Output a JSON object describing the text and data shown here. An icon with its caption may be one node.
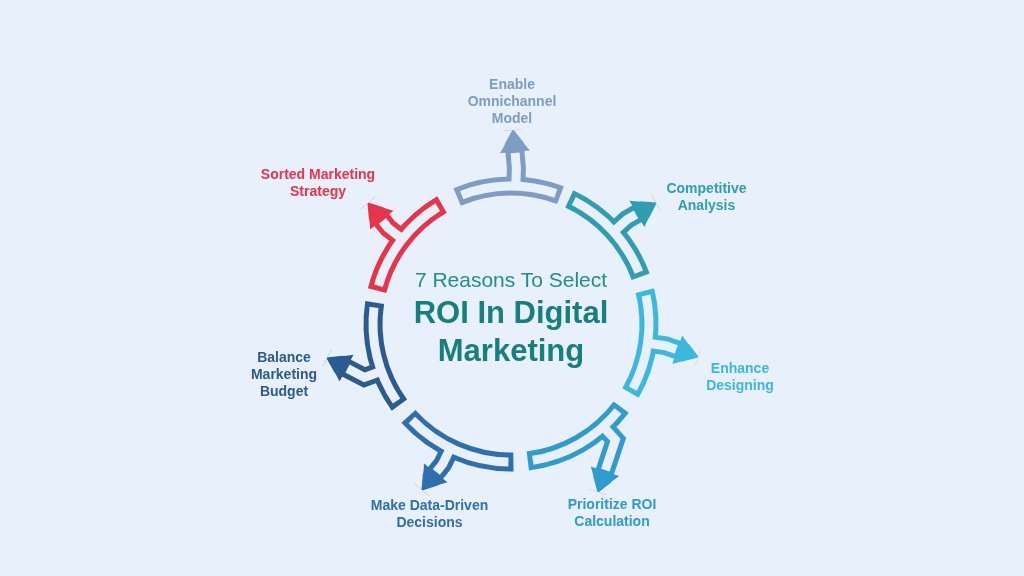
{
  "diagram": {
    "title": "7 Reasons To Select **ROI In Digital Marketing**",
    "nodes": [
      {
        "text": [
          "Enable Omnichannel Model"
        ]
      },
      {
        "text": [
          "Sorted Marketing Strategy"
        ]
      },
      {
        "text": [
          "Competitive Analysis"
        ]
      },
      {
        "text": [
          "Balance Marketing Budget"
        ]
      },
      {
        "text": [
          "Enhance Designing"
        ]
      },
      {
        "text": [
          "Make Data-Driven Decisions"
        ]
      },
      {
        "text": [
          "Prioritize ROI Calculation"
        ]
      }
    ],
    "edges": [
      {
        "from": null,
        "to": 0,
        "arrow": "to",
        "color": "#7f9cc4"
      },
      {
        "from": null,
        "to": 1,
        "arrow": "to",
        "color": "#e8344b"
      },
      {
        "from": null,
        "to": 2,
        "arrow": "to",
        "color": "#2f9db2"
      },
      {
        "from": null,
        "to": 3,
        "arrow": "to",
        "color": "#2c5b8e"
      },
      {
        "from": null,
        "to": 4,
        "arrow": "to",
        "color": "#3cb8de"
      },
      {
        "from": null,
        "to": 5,
        "arrow": "to",
        "color": "#2f6fae"
      },
      {
        "from": null,
        "to": 6,
        "arrow": "to",
        "color": "#2f9bcf"
      }
    ]
  }
}
